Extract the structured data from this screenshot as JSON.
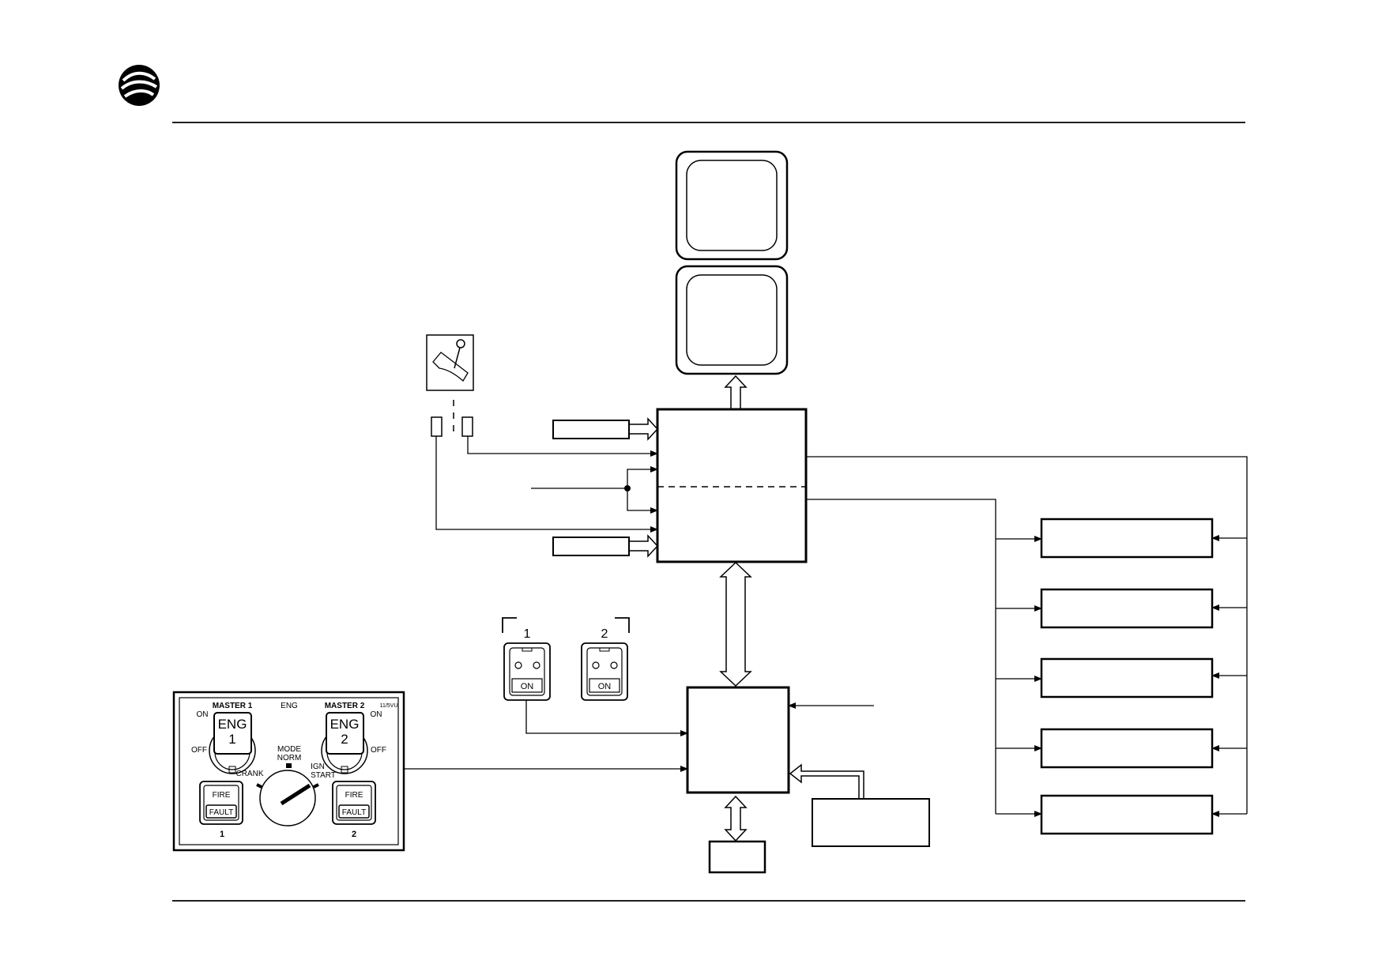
{
  "panel": {
    "master1_label": "MASTER 1",
    "master2_label": "MASTER 2",
    "eng_title": "ENG",
    "panel_id": "11/5VU",
    "on_label": "ON",
    "off_label": "OFF",
    "eng1_word": "ENG",
    "eng1_number": "1",
    "eng2_word": "ENG",
    "eng2_number": "2",
    "mode_label": "MODE",
    "norm_label": "NORM",
    "crank_label": "CRANK",
    "ign_label": "IGN",
    "start_label": "START",
    "fire_label": "FIRE",
    "fault_label": "FAULT",
    "fire1_number": "1",
    "fire2_number": "2"
  },
  "pushbuttons": {
    "pb1_number": "1",
    "pb2_number": "2",
    "on_label": "ON"
  },
  "colors": {
    "line": "#000000",
    "background": "#ffffff"
  }
}
